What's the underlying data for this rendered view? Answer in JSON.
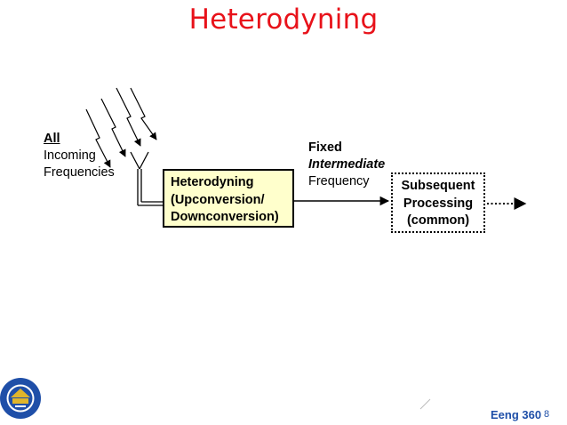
{
  "title": "Heterodyning",
  "input_label": {
    "line1": "All",
    "line2": "Incoming",
    "line3": "Frequencies"
  },
  "if_label": {
    "line1": "Fixed",
    "line2": "Intermediate",
    "line3": "Frequency"
  },
  "heterodyning_box": {
    "line1": "Heterodyning",
    "line2": "(Upconversion/",
    "line3": "Downconversion)"
  },
  "processing_box": {
    "line1": "Subsequent",
    "line2": "Processing",
    "line3": "(common)"
  },
  "footer": {
    "course": "Eeng 360",
    "page": "8"
  },
  "colors": {
    "title": "#e8121a",
    "box_fill": "#ffffcc",
    "footer_text": "#1f4fa8",
    "logo_blue": "#1f4fa8",
    "logo_gold": "#e0b52b"
  },
  "icons": [
    "lightning-arrows",
    "antenna-icon",
    "university-logo"
  ]
}
